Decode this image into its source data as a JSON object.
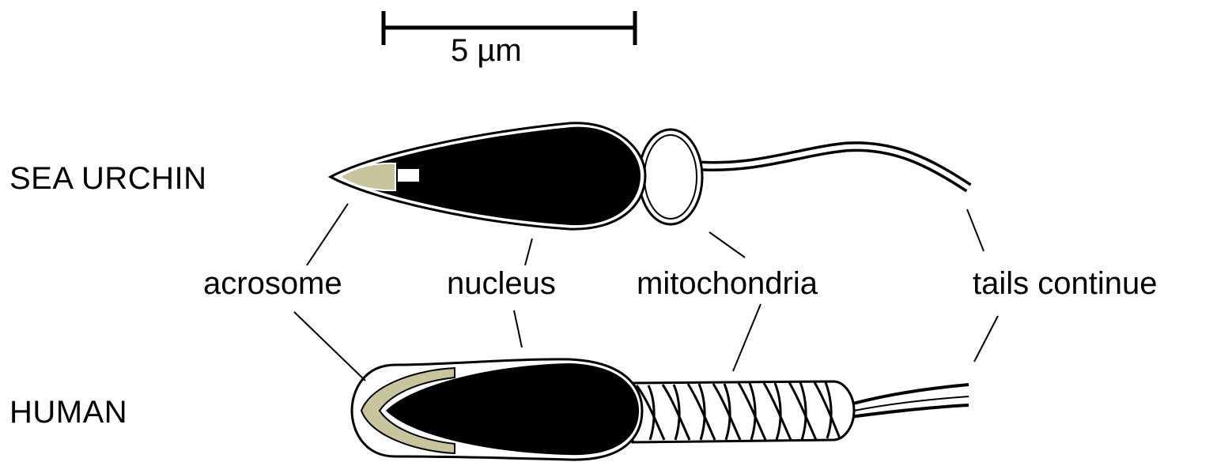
{
  "scale_bar": {
    "label": "5 µm"
  },
  "species": {
    "sea_urchin": "SEA URCHIN",
    "human": "HUMAN"
  },
  "parts": {
    "acrosome": "acrosome",
    "nucleus": "nucleus",
    "mitochondria": "mitochondria",
    "tails": "tails continue"
  },
  "colors": {
    "ink": "#000000",
    "acrosome_fill": "#c8c49c",
    "background": "#ffffff"
  }
}
